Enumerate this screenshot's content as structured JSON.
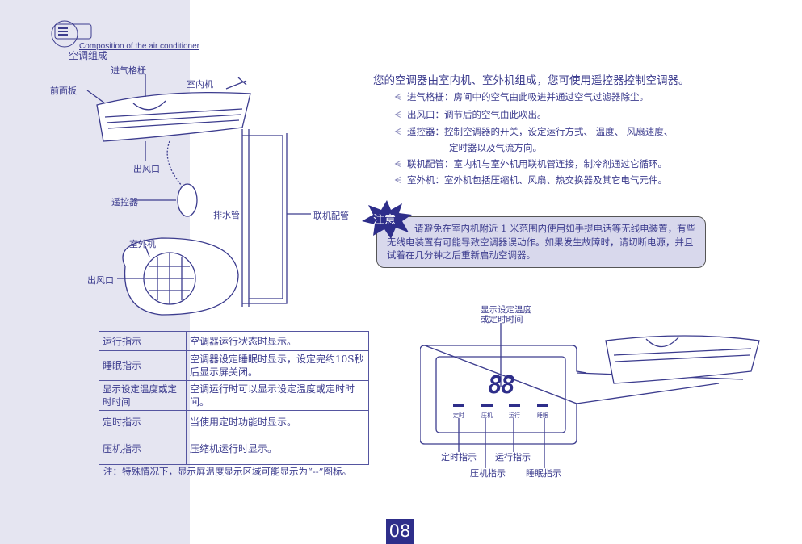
{
  "header": {
    "title_en": "Composition of the air conditioner",
    "title_cn": "空调组成"
  },
  "diagram": {
    "labels": {
      "intake_grille": "进气格栅",
      "front_panel": "前面板",
      "indoor_unit": "室内机",
      "outlet": "出风口",
      "remote": "遥控器",
      "drain_pipe": "排水管",
      "connecting_pipe": "联机配管",
      "outdoor_unit": "室外机",
      "outdoor_outlet": "出风口"
    }
  },
  "intro": "您的空调器由室内机、室外机组成，您可使用遥控器控制空调器。",
  "bullets": [
    "进气格栅：房间中的空气由此吸进并通过空气过滤器除尘。",
    "出风口：调节后的空气由此吹出。",
    "遥控器：控制空调器的开关，设定运行方式、 温度、 风扇速度、",
    "定时器以及气流方向。",
    "联机配管：室内机与室外机用联机管连接，制冷剂通过它循环。",
    "室外机：室外机包括压缩机、风扇、热交换器及其它电气元件。"
  ],
  "notice": {
    "label": "注意",
    "text": "请避免在室内机附近 1 米范围内使用如手提电话等无线电装置，有些无线电装置有可能导致空调器误动作。如果发生故障时，请切断电源，并且试着在几分钟之后重新启动空调器。"
  },
  "table": [
    {
      "k": "运行指示",
      "v": "空调器运行状态时显示。"
    },
    {
      "k": "睡眠指示",
      "v": "空调器设定睡眠时显示，设定完约10S秒后显示屏关闭。"
    },
    {
      "k": "显示设定温度或定时时间",
      "v": "空调运行时可以显示设定温度或定时时间。"
    },
    {
      "k": "定时指示",
      "v": "当使用定时功能时显示。"
    },
    {
      "k": "压机指示",
      "v": "压缩机运行时显示。"
    }
  ],
  "footnote": "注：特殊情况下，显示屏温度显示区域可能显示为“--”图标。",
  "display": {
    "digits": "88",
    "top_label": "显示设定温度或定时时间",
    "indicators": [
      "定时",
      "压机",
      "运行",
      "睡眠"
    ],
    "callouts": {
      "timer": "定时指示",
      "compressor": "压机指示",
      "run": "运行指示",
      "sleep": "睡眠指示"
    }
  },
  "page_number": "08"
}
